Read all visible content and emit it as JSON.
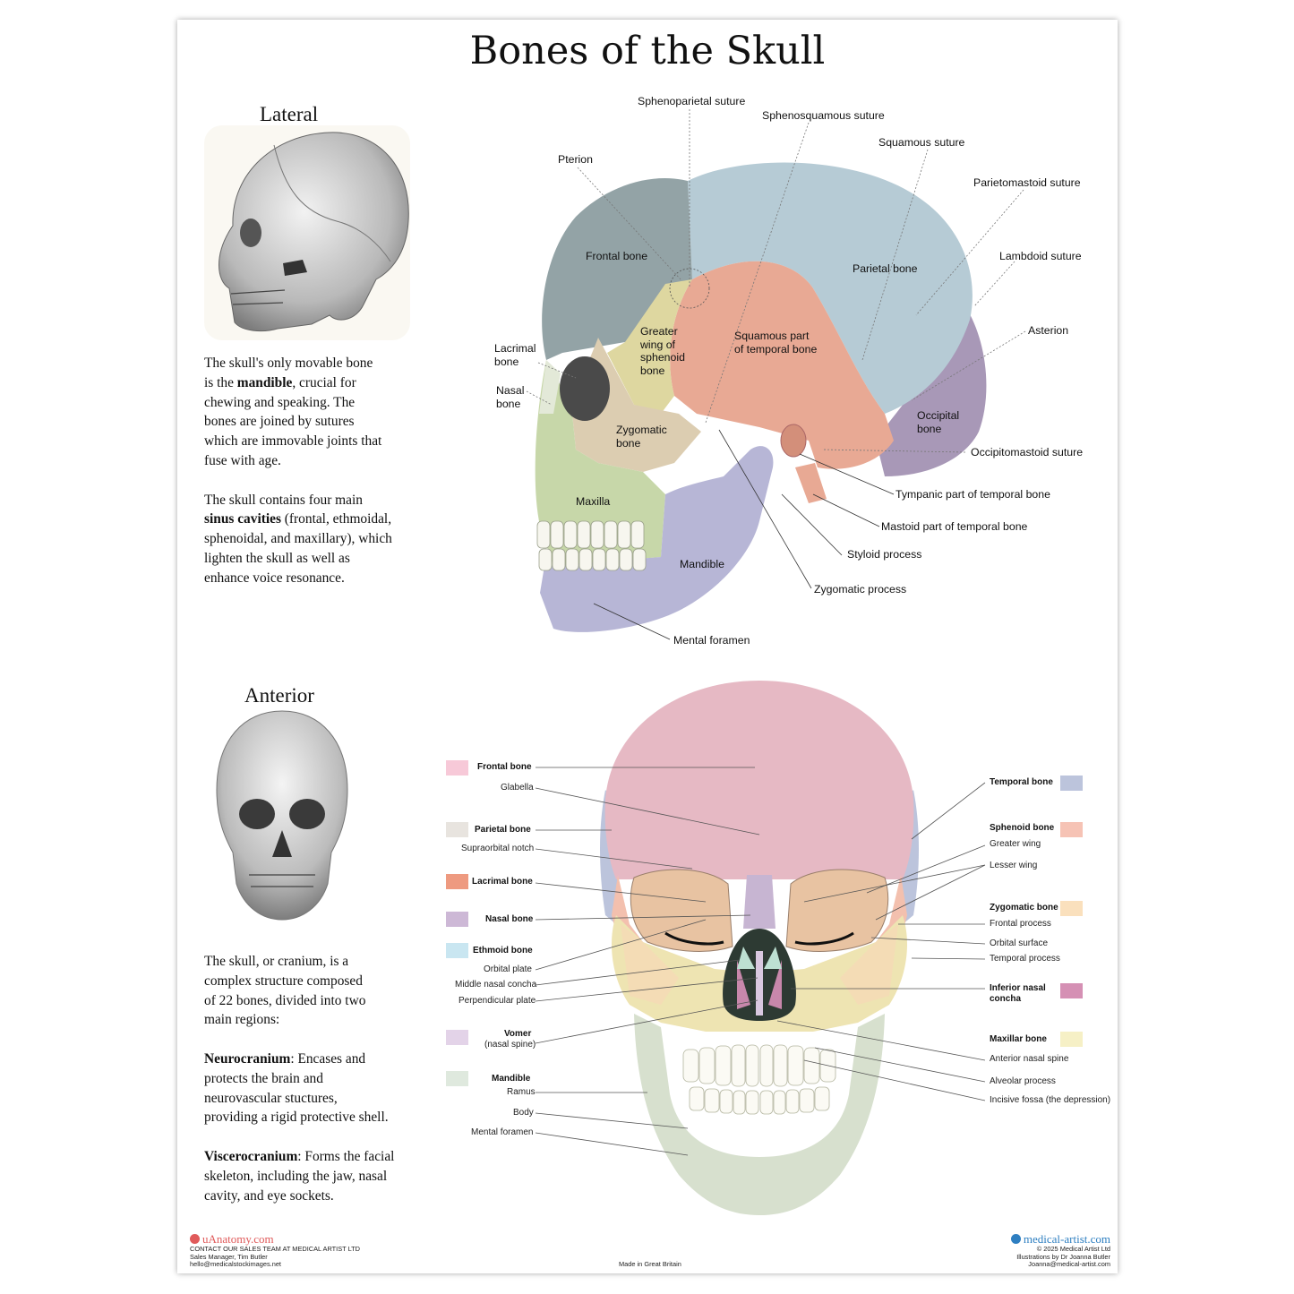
{
  "title": "Bones of the Skull",
  "lateral": {
    "heading": "Lateral",
    "para1": [
      "The skull's only movable bone",
      "is the ",
      "mandible",
      ", crucial for",
      "chewing and speaking. The",
      "bones are joined by sutures",
      "which are immovable joints that",
      "fuse with age."
    ],
    "para2": [
      "The skull contains four main",
      "sinus cavities",
      " (frontal, ethmoidal,",
      "sphenoidal, and maxillary), which",
      "lighten the skull as well as",
      "enhance voice resonance."
    ],
    "labels": {
      "sphenoparietal": "Sphenoparietal suture",
      "sphenosquamous": "Sphenosquamous suture",
      "squamous_suture": "Squamous suture",
      "parietomastoid": "Parietomastoid suture",
      "pterion": "Pterion",
      "frontal": "Frontal bone",
      "parietal": "Parietal bone",
      "lambdoid": "Lambdoid suture",
      "asterion": "Asterion",
      "lacrimal": [
        "Lacrimal",
        "bone"
      ],
      "nasal": [
        "Nasal",
        "bone"
      ],
      "greater_wing": [
        "Greater",
        "wing of",
        "sphenoid",
        "bone"
      ],
      "squamous_part": [
        "Squamous part",
        "of temporal bone"
      ],
      "occipital": [
        "Occipital",
        "bone"
      ],
      "zygomatic": [
        "Zygomatic",
        "bone"
      ],
      "occipitomastoid": "Occipitomastoid suture",
      "tympanic": "Tympanic part of temporal bone",
      "maxilla": "Maxilla",
      "mastoid": "Mastoid part of temporal bone",
      "styloid": "Styloid process",
      "mandible": "Mandible",
      "zyg_process": "Zygomatic process",
      "mental": "Mental foramen"
    }
  },
  "anterior": {
    "heading": "Anterior",
    "para1": [
      "The skull, or cranium, is a",
      "complex structure composed",
      "of 22 bones, divided into two",
      "main regions:"
    ],
    "para2_bold": "Neurocranium",
    "para2": [
      ": Encases and",
      "protects the brain and",
      "neurovascular stuctures,",
      "providing a rigid protective shell."
    ],
    "para3_bold": "Viscerocranium",
    "para3": [
      ": Forms the facial",
      "skeleton, including the jaw, nasal",
      "cavity, and eye sockets."
    ],
    "left_labels": {
      "frontal": "Frontal bone",
      "glabella": "Glabella",
      "parietal": "Parietal bone",
      "supraorbital": "Supraorbital notch",
      "lacrimal": "Lacrimal bone",
      "nasal": "Nasal bone",
      "ethmoid": "Ethmoid bone",
      "orbital_plate": "Orbital plate",
      "middle_concha": "Middle nasal concha",
      "perpendicular": "Perpendicular plate",
      "vomer": "Vomer",
      "vomer_sub": "(nasal spine)",
      "mandible": "Mandible",
      "ramus": "Ramus",
      "body": "Body",
      "mental": "Mental foramen"
    },
    "right_labels": {
      "temporal": "Temporal bone",
      "sphenoid": "Sphenoid bone",
      "greater_wing": "Greater wing",
      "lesser_wing": "Lesser wing",
      "zygomatic": "Zygomatic bone",
      "frontal_process": "Frontal process",
      "orbital_surface": "Orbital surface",
      "temporal_process": "Temporal process",
      "inferior_concha": [
        "Inferior nasal",
        "concha"
      ],
      "maxillar": "Maxillar bone",
      "ant_nasal_spine": "Anterior nasal spine",
      "alveolar": "Alveolar process",
      "incisive": "Incisive fossa (the depression)"
    }
  },
  "colors": {
    "frontal": "#f7c9d8",
    "parietal": "#e8e4df",
    "lacrimal": "#ee9a80",
    "nasal": "#cdb8d6",
    "ethmoid": "#c9e6f1",
    "vomer": "#e3d3e8",
    "mandible": "#dfe9de",
    "temporal": "#bcc4dc",
    "sphenoid": "#f6c3b5",
    "zygomatic": "#fae0bd",
    "inferior_concha": "#d590b4",
    "maxillar": "#f6f0c6",
    "lat_frontal": "#93a3a6",
    "lat_parietal": "#b6cbd5",
    "lat_temporal": "#e8a994",
    "lat_occipital": "#a898b7",
    "lat_sphenoid": "#ded7a0",
    "lat_zygomatic": "#dccdb1",
    "lat_maxilla": "#c7d7a9",
    "lat_mandible": "#b7b6d6",
    "brand_red": "#e05a5a",
    "brand_blue": "#2e7fc1"
  },
  "footer": {
    "left_brand": "uAnatomy.com",
    "left_lines": [
      "CONTACT OUR SALES TEAM AT MEDICAL ARTIST LTD",
      "Sales Manager, Tim Butler",
      "hello@medicalstockimages.net"
    ],
    "center": "Made in Great Britain",
    "right_brand": "medical-artist.com",
    "right_lines": [
      "© 2025 Medical Artist Ltd",
      "Illustrations by Dr Joanna Butler",
      "Joanna@medical-artist.com"
    ]
  }
}
